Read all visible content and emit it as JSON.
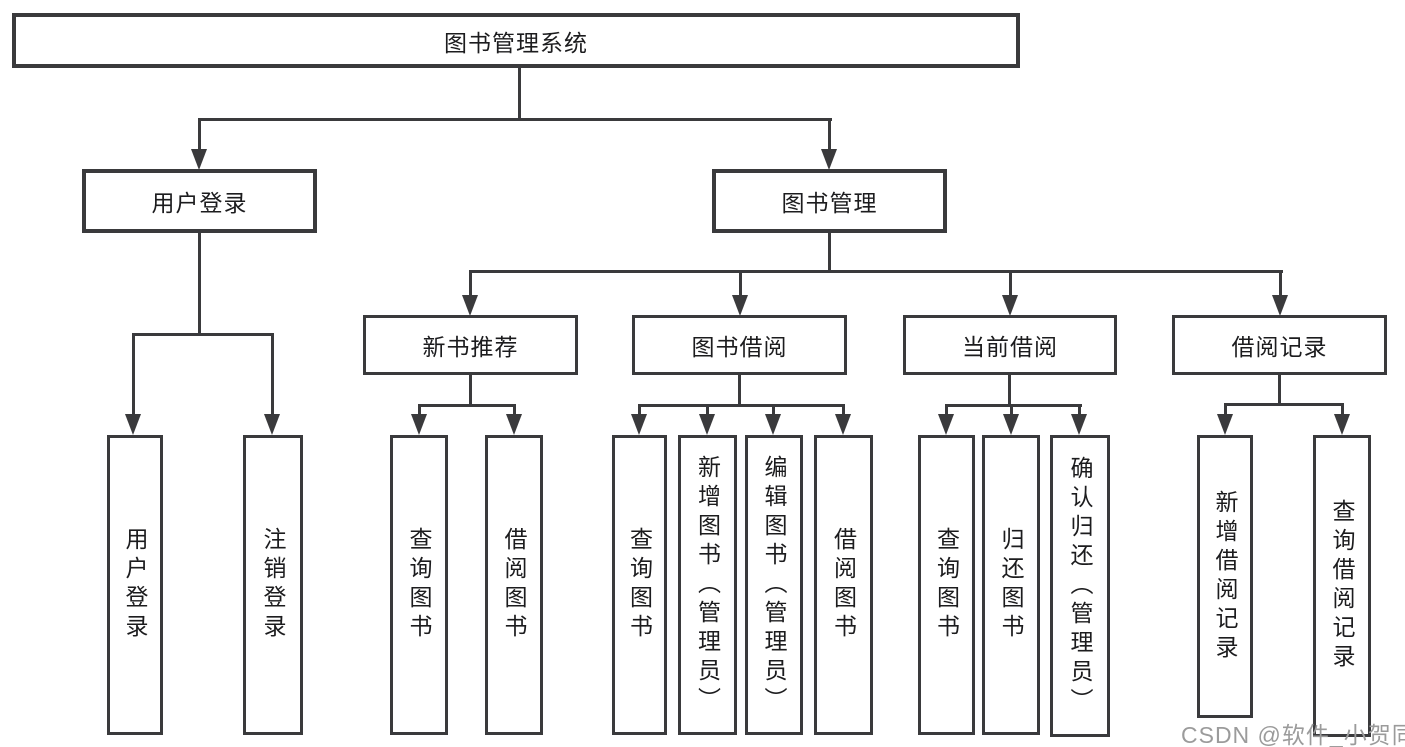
{
  "colors": {
    "line": "#3a3a3c",
    "text": "#1c1c1e",
    "watermark": "#9b9b9b",
    "background": "#ffffff"
  },
  "watermark": {
    "text": "CSDN @软件_小贺同学"
  },
  "tree": {
    "root": {
      "label": "图书管理系统"
    },
    "level2": [
      {
        "label": "用户登录"
      },
      {
        "label": "图书管理"
      }
    ],
    "level3": [
      {
        "label": "新书推荐"
      },
      {
        "label": "图书借阅"
      },
      {
        "label": "当前借阅"
      },
      {
        "label": "借阅记录"
      }
    ],
    "leaves": {
      "user_login": [
        {
          "label": "用户登录"
        },
        {
          "label": "注销登录"
        }
      ],
      "new_book": [
        {
          "label": "查询图书"
        },
        {
          "label": "借阅图书"
        }
      ],
      "book_borrow": [
        {
          "label": "查询图书"
        },
        {
          "label": "新增图书（管理员）"
        },
        {
          "label": "编辑图书（管理员）"
        },
        {
          "label": "借阅图书"
        }
      ],
      "current_borrow": [
        {
          "label": "查询图书"
        },
        {
          "label": "归还图书"
        },
        {
          "label": "确认归还（管理员）"
        }
      ],
      "borrow_record": [
        {
          "label": "新增借阅记录"
        },
        {
          "label": "查询借阅记录"
        }
      ]
    }
  }
}
